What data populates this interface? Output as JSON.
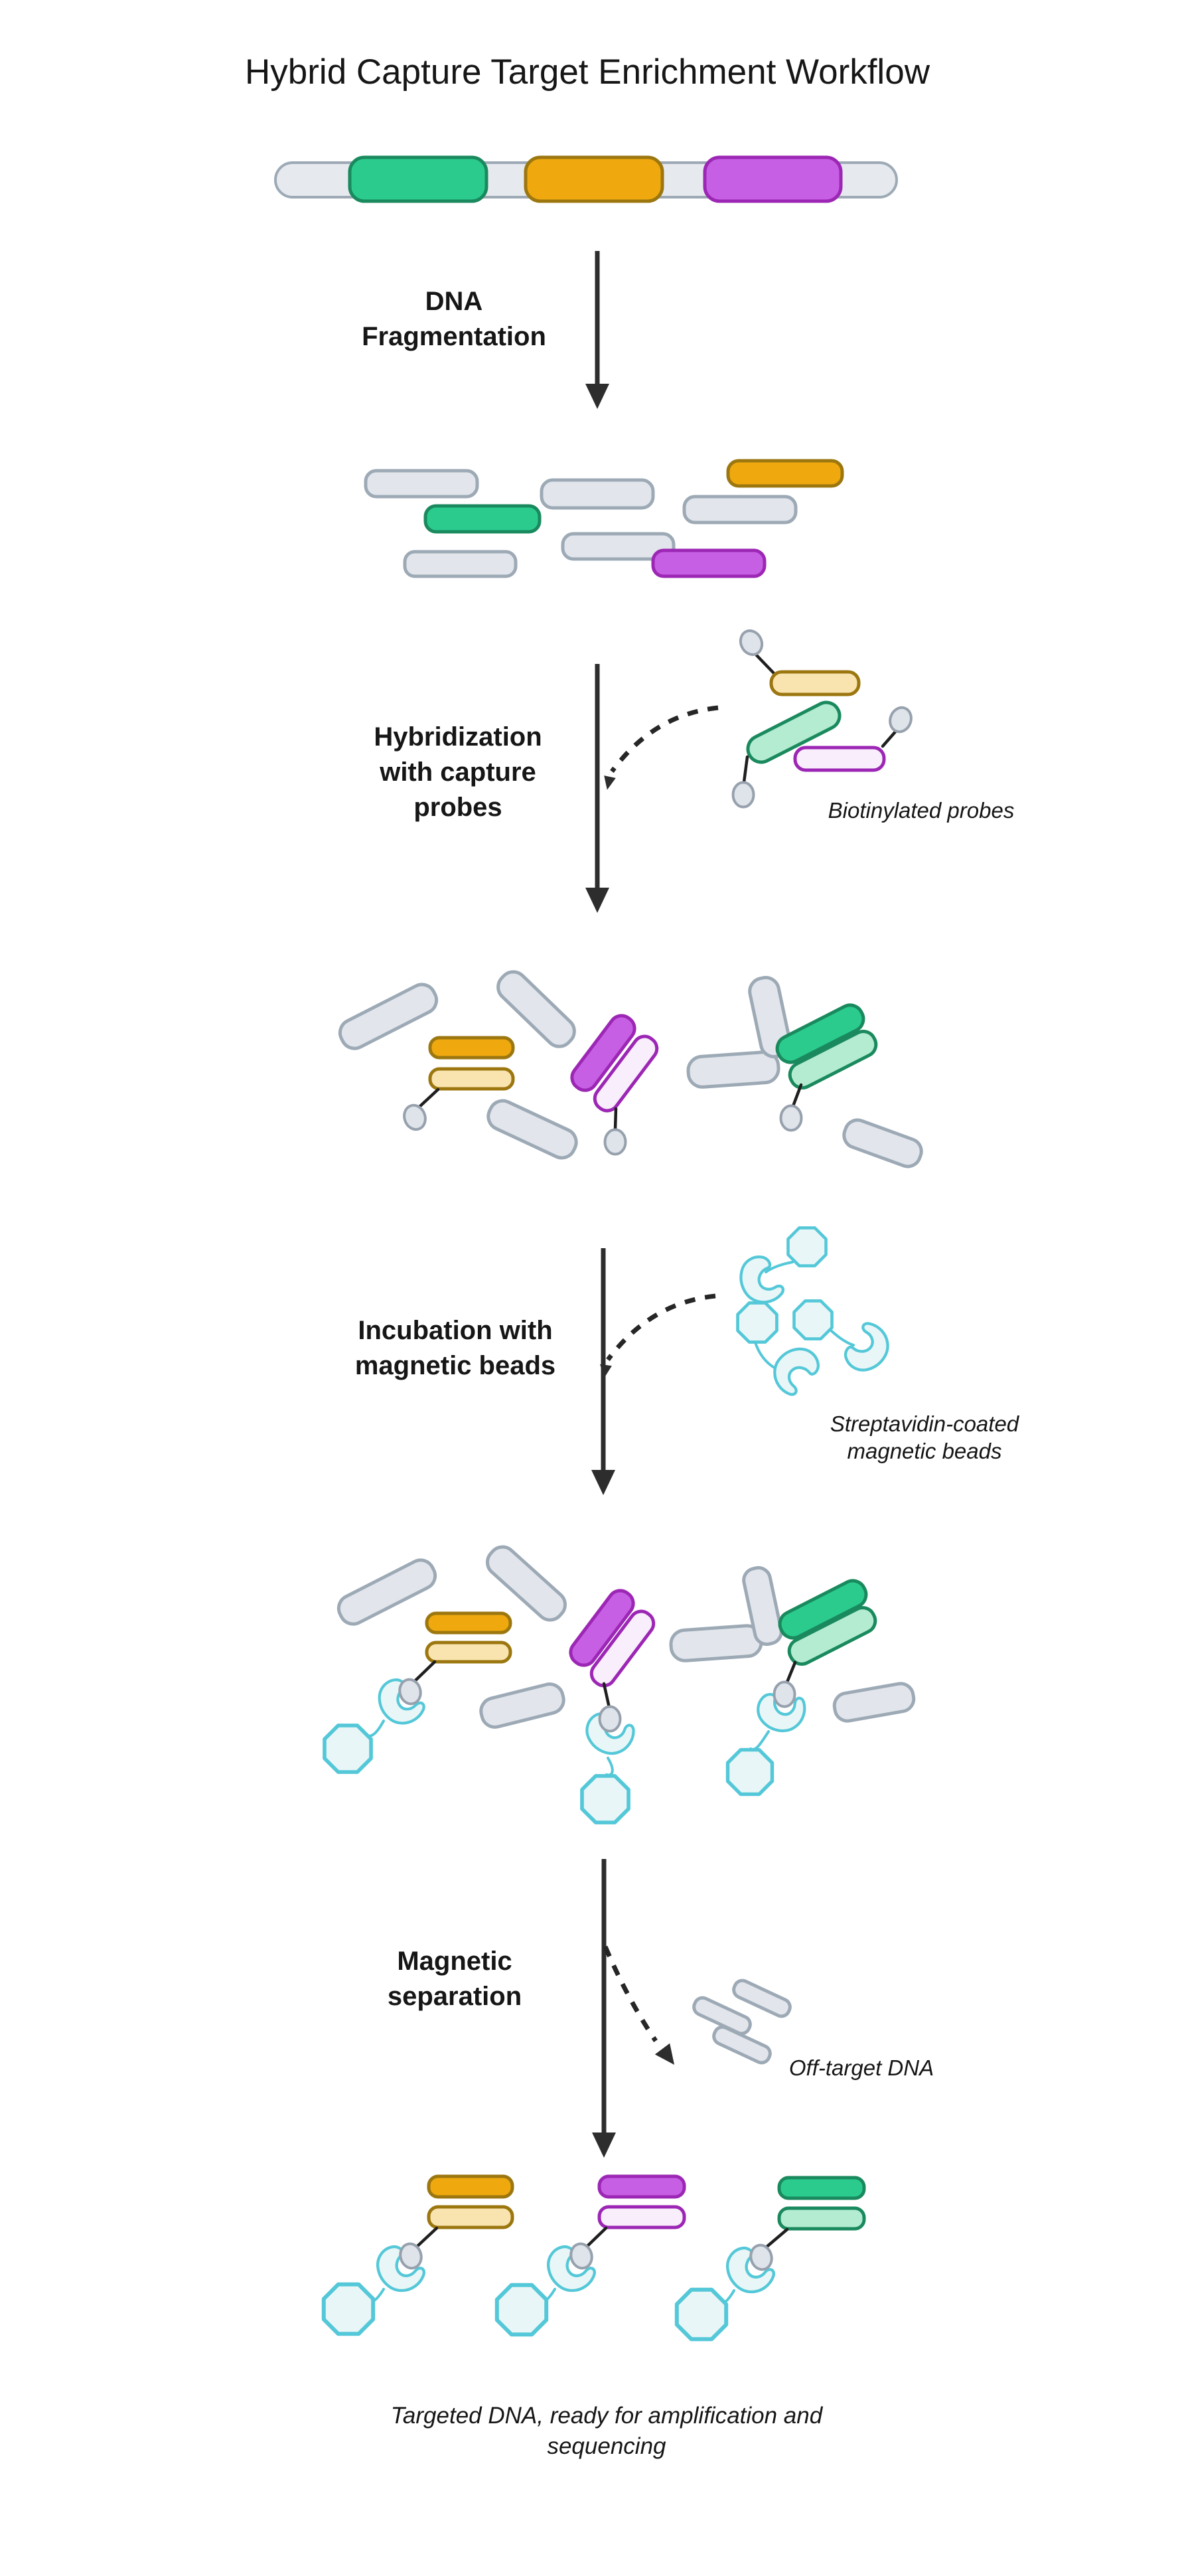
{
  "title": "Hybrid Capture Target Enrichment Workflow",
  "steps": {
    "fragmentation": {
      "label": "DNA\nFragmentation"
    },
    "hybridization": {
      "label": "Hybridization\nwith capture\nprobes",
      "annotation": "Biotinylated probes"
    },
    "incubation": {
      "label": "Incubation with\nmagnetic beads",
      "annotation": "Streptavidin-coated\nmagnetic beads"
    },
    "separation": {
      "label": "Magnetic\nseparation",
      "annotation": "Off-target DNA"
    }
  },
  "caption": "Targeted DNA, ready for amplification and\nsequencing",
  "glyphs": {
    "down-arrow-icon": "solid vertical arrow",
    "dashed-curved-arrow-icon": "dashed curved arrow",
    "dna-strand": "grey rounded bar with colored target regions",
    "dna-fragment": "rounded capsule",
    "capture-probe": "pale capsule",
    "biotin-tag": "small grey circle",
    "streptavidin": "cyan claw shape",
    "magnetic-bead": "cyan octagon"
  },
  "colors": {
    "text": "#161616",
    "arrow": "#2d2d2d",
    "strand_fill": "#e6e9ee",
    "grey_fill": "#e2e6ec",
    "grey_stroke": "#9daab6",
    "green_fill": "#2bcb8e",
    "green_stroke": "#1a8a5e",
    "green_pale": "#b4ecd1",
    "orange_fill": "#efa90f",
    "orange_stroke": "#9c7710",
    "orange_pale": "#f9e4b0",
    "purple_fill": "#c75fe4",
    "purple_stroke": "#9c27b5",
    "purple_pale": "#f9eefb",
    "biotin_fill": "#dfe4eb",
    "biotin_stroke": "#97a1ad",
    "cyan_stroke": "#54c8d8",
    "cyan_fill": "#e9f6f7"
  }
}
